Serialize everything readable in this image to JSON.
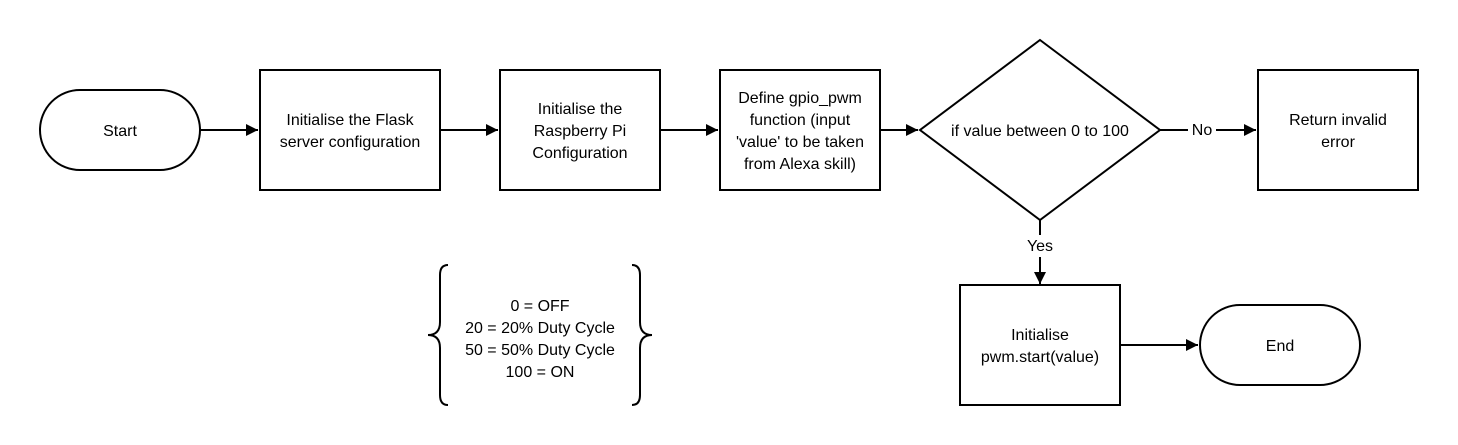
{
  "diagram": {
    "colors": {
      "stroke": "#000000",
      "fill": "#ffffff",
      "text": "#000000"
    },
    "nodes": {
      "start": {
        "label": [
          "Start"
        ]
      },
      "flask": {
        "label": [
          "Initialise the Flask",
          "server configuration"
        ]
      },
      "raspberry": {
        "label": [
          "Initialise the",
          "Raspberry Pi",
          "Configuration"
        ]
      },
      "gpio": {
        "label": [
          "Define gpio_pwm",
          "function (input",
          "'value' to be taken",
          "from Alexa skill)"
        ]
      },
      "decision": {
        "label": [
          "if value between 0 to 100"
        ]
      },
      "invalid": {
        "label": [
          "Return invalid",
          "error"
        ]
      },
      "pwm": {
        "label": [
          "Initialise",
          "pwm.start(value)"
        ]
      },
      "end": {
        "label": [
          "End"
        ]
      }
    },
    "edges": {
      "no_label": "No",
      "yes_label": "Yes"
    },
    "note": {
      "lines": [
        "0 = OFF",
        "20 = 20% Duty Cycle",
        "50 = 50% Duty Cycle",
        "100 = ON"
      ]
    }
  }
}
